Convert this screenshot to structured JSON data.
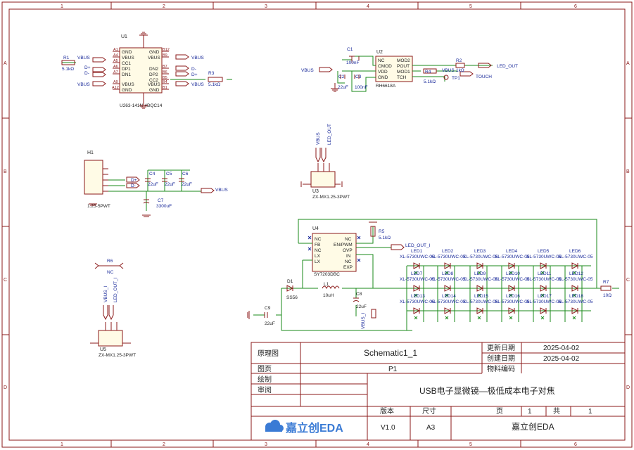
{
  "frame": {
    "col_labels": [
      "1",
      "2",
      "3",
      "4",
      "5",
      "6"
    ],
    "row_labels": [
      "A",
      "B",
      "C",
      "D"
    ]
  },
  "title_block": {
    "drawing_label": "原理图",
    "drawing_value": "Schematic1_1",
    "page_label": "图页",
    "page_value": "P1",
    "drawn_label": "绘制",
    "review_label": "审阅",
    "update_date_label": "更新日期",
    "update_date_value": "2025-04-02",
    "create_date_label": "创建日期",
    "create_date_value": "2025-04-02",
    "part_code_label": "物料编码",
    "part_code_value": "",
    "project_title": "USB电子显微镜—极低成本电子对焦",
    "version_label": "版本",
    "version_value": "V1.0",
    "size_label": "尺寸",
    "size_value": "A3",
    "page_num_label": "页",
    "page_num_value": "1",
    "page_total_label": "共",
    "page_total_value": "1",
    "company": "嘉立创EDA",
    "logo_text": "嘉立创EDA"
  },
  "usb": {
    "ref": "U1",
    "part": "U263-141N-4BQC14",
    "left_pins": [
      "GND",
      "VBUS",
      "CC1",
      "DP1",
      "DN1",
      "VBUS",
      "GND"
    ],
    "right_pins": [
      "GND",
      "VBUS",
      "DN2",
      "DP2",
      "CC2",
      "VBUS",
      "GND"
    ],
    "left_nums": [
      "A1",
      "A4",
      "A5",
      "A6",
      "A7",
      "A9",
      "A12"
    ],
    "right_nums": [
      "B12",
      "B9",
      "B7",
      "B6",
      "B5",
      "B4",
      "B1"
    ],
    "r1_ref": "R1",
    "r1_val": "5.1kΩ",
    "r3_ref": "R3",
    "r3_val": "5.1kΩ",
    "net_vbus": "VBUS",
    "net_dp": "D+",
    "net_dm": "D-"
  },
  "touch": {
    "ref": "U2",
    "part": "RH6618A",
    "pins_left": [
      "NC",
      "CMOD",
      "VDD",
      "GND"
    ],
    "pins_right": [
      "MOD2",
      "POUT",
      "MOD1",
      "TCH"
    ],
    "c1_ref": "C1",
    "c1_val": "100nF",
    "c2_ref": "C2",
    "c2_val": "22uF",
    "c3_ref": "C3",
    "c3_val": "100nF",
    "r2_ref": "R2",
    "r2_val": "1kΩ",
    "r4_ref": "R4",
    "r4_val": "5.1kΩ",
    "tp_ref": "TP1",
    "net_vbus": "VBUS",
    "net_led": "LED_OUT",
    "net_touch": "TOUCH",
    "net_vbus2": "VBUS"
  },
  "conn": {
    "ref": "H1",
    "part": "1.25-5PWT",
    "net_dp": "D+",
    "net_dm": "D-",
    "net_vbus": "VBUS",
    "c4_ref": "C4",
    "c4_val": "22uF",
    "c5_ref": "C5",
    "c5_val": "22uF",
    "c6_ref": "C6",
    "c6_val": "22uF",
    "c7_ref": "C7",
    "c7_val": "3300uF"
  },
  "u3": {
    "ref": "U3",
    "part": "ZX-MX1.25-3PWT",
    "net_a": "VBUS",
    "net_b": "LED_OUT"
  },
  "u5": {
    "ref": "U5",
    "part": "ZX-MX1.25-3PWT",
    "net_a": "VBUS_I",
    "net_b": "LED_OUT_I",
    "r6_ref": "R6",
    "nc": "NC"
  },
  "boost": {
    "ref": "U4",
    "part": "SY7203DBC",
    "pins_left": [
      "NC",
      "FB",
      "NC",
      "LX",
      "LX"
    ],
    "pins_right": [
      "NC",
      "EN/PWM",
      "OVP",
      "IN",
      "NC",
      "EXP"
    ],
    "r5_ref": "R5",
    "r5_val": "5.1kΩ",
    "d1_ref": "D1",
    "d1_val": "SS56",
    "l1_ref": "L1",
    "l1_val": "10uH",
    "c8_ref": "C8",
    "c8_val": "22uF",
    "c9_ref": "C9",
    "c9_val": "22uF",
    "net_led_i": "LED_OUT_I",
    "net_vbus_i": "VBUS_I"
  },
  "leds": {
    "part": "XL-5730UWC-05",
    "refs": [
      "LED1",
      "LED2",
      "LED3",
      "LED4",
      "LED5",
      "LED6",
      "LED7",
      "LED8",
      "LED9",
      "LED10",
      "LED11",
      "LED12",
      "LED13",
      "LED14",
      "LED15",
      "LED16",
      "LED17",
      "LED18"
    ],
    "r7_ref": "R7",
    "r7_val": "10Ω"
  }
}
